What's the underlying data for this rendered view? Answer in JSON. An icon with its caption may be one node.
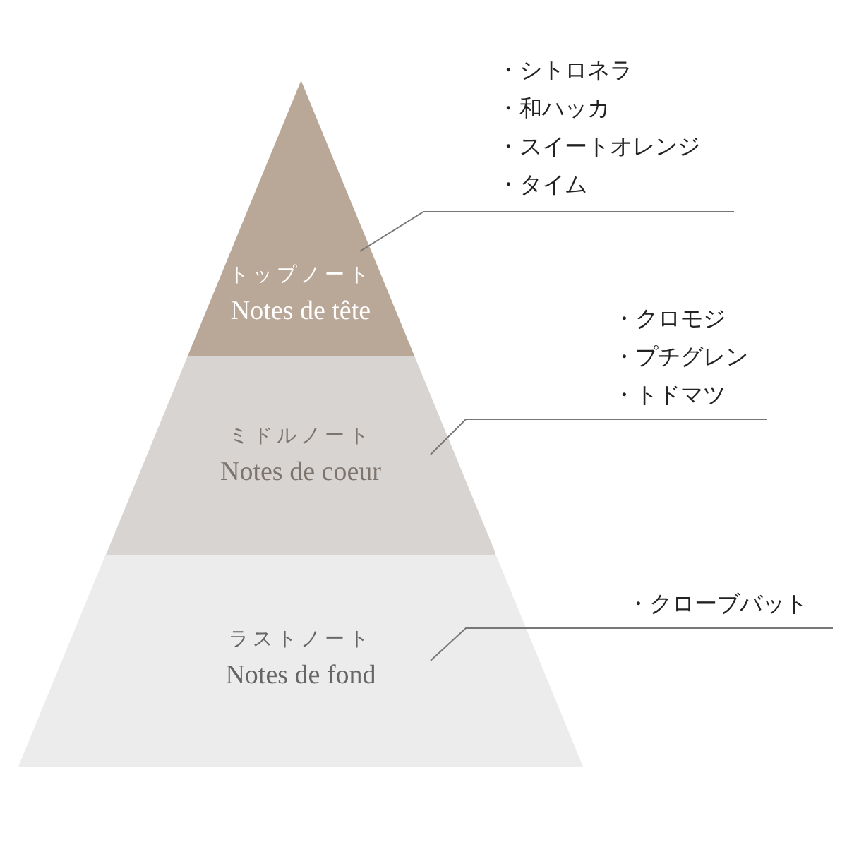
{
  "diagram": {
    "nodes": [
      {
        "text": [
          "トップノート",
          "Notes de tête"
        ]
      },
      {
        "text": [
          "ミドルノート",
          "Notes de coeur"
        ]
      },
      {
        "text": [
          "ラストノート",
          "Notes de fond"
        ]
      },
      {
        "text": [
          "・シトロネラ",
          "・和ハッカ",
          "・スイートオレンジ",
          "・タイム"
        ]
      },
      {
        "text": [
          "・クロモジ",
          "・プチグレン",
          "・トドマツ"
        ]
      },
      {
        "text": [
          "・クローブバット"
        ]
      }
    ],
    "edges": [
      {
        "from": 3,
        "to": 0,
        "arrow": "none"
      },
      {
        "from": 4,
        "to": 1,
        "arrow": "none"
      },
      {
        "from": 5,
        "to": 2,
        "arrow": "none"
      }
    ]
  }
}
